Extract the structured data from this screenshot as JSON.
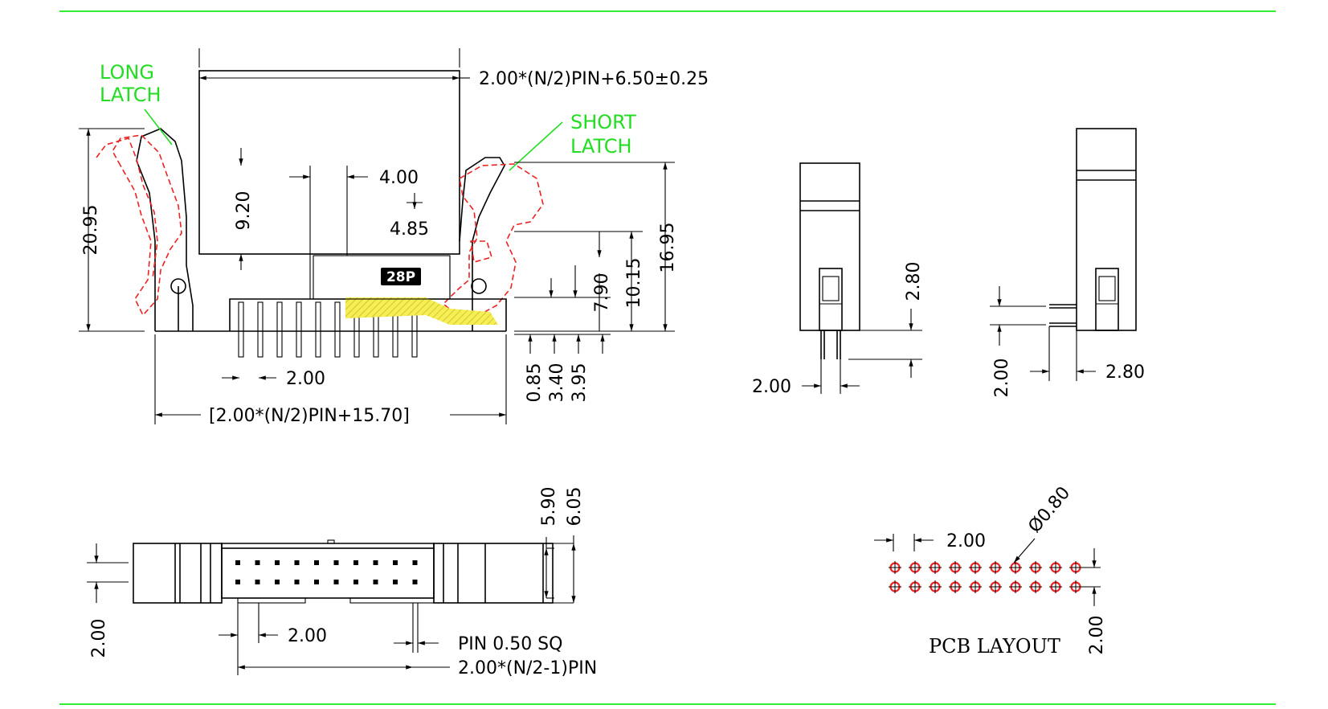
{
  "labels": {
    "long_latch_1": "LONG",
    "long_latch_2": "LATCH",
    "short_latch_1": "SHORT",
    "short_latch_2": "LATCH",
    "top_formula": "2.00*(N/2)PIN+6.50±0.25",
    "overall_formula": "[2.00*(N/2)PIN+15.70]",
    "pin_pitch_formula": "2.00*(N/2-1)PIN",
    "pin_size": "PIN  0.50  SQ",
    "pcb_layout": "PCB  LAYOUT",
    "part_marking": "28P",
    "hole_dia": "Ø0.80"
  },
  "dims": {
    "d2095": "20.95",
    "d920": "9.20",
    "d400": "4.00",
    "d485": "4.85",
    "d1695": "16.95",
    "d1015": "10.15",
    "d790": "7.90",
    "d085": "0.85",
    "d340": "3.40",
    "d395": "3.95",
    "d200_front": "2.00",
    "d280_side": "2.80",
    "d200_side": "2.00",
    "d200_right": "2.00",
    "d280_right": "2.80",
    "d590": "5.90",
    "d605": "6.05",
    "d200_top_left": "2.00",
    "d200_top_pitch": "2.00",
    "d200_pcb_pitch": "2.00",
    "d200_pcb_row": "2.00"
  },
  "colors": {
    "border": "#33ee33",
    "latch_callout": "#22dd22",
    "latch_outline": "#ee2222",
    "highlight": "#f5ee55"
  }
}
